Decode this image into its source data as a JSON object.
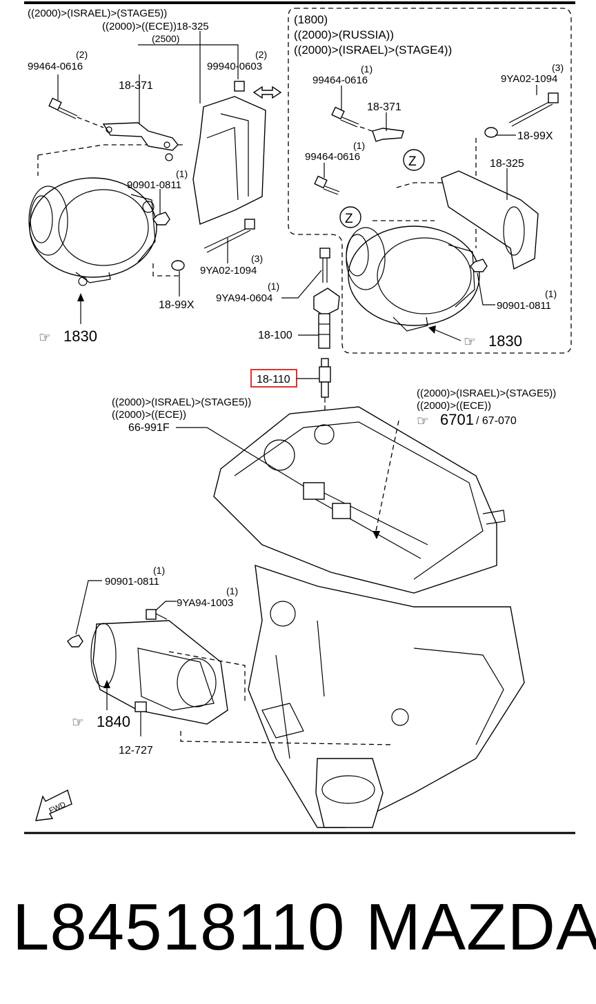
{
  "diagram": {
    "labels": {
      "cond_israel_stage5_top": "((2000)>(ISRAEL)>(STAGE5))",
      "cond_ece_18325": "((2000)>((ECE))18-325",
      "qty_2500": "(2500)",
      "qty_2_a": "(2)",
      "bolt_99464_a": "99464-0616",
      "qty_2_b": "(2)",
      "nut_99940": "99940-0603",
      "bracket_18371_a": "18-371",
      "qty_1_a": "(1)",
      "nut_90901_a": "90901-0811",
      "qty_3_a": "(3)",
      "bolt_9ya02_a": "9YA02-1094",
      "nut_1899x_a": "18-99X",
      "ref_1830_a": "1830",
      "box_1800": "(1800)",
      "box_russia": "((2000)>(RUSSIA))",
      "box_israel_stage4": "((2000)>(ISRAEL)>(STAGE4))",
      "qty_1_b": "(1)",
      "bolt_99464_b": "99464-0616",
      "bracket_18371_b": "18-371",
      "qty_3_b": "(3)",
      "bolt_9ya02_b": "9YA02-1094",
      "nut_1899x_b": "18-99X",
      "qty_1_c": "(1)",
      "bolt_99464_c": "99464-0616",
      "z_a": "Z",
      "cover_18325": "18-325",
      "z_b": "Z",
      "qty_1_d": "(1)",
      "nut_90901_b": "90901-0811",
      "ref_1830_b": "1830",
      "qty_1_e": "(1)",
      "bolt_9ya94_0604": "9YA94-0604",
      "coil_18100": "18-100",
      "plug_18110": "18-110",
      "cond_israel_stage5_mid": "((2000)>(ISRAEL)>(STAGE5))",
      "cond_ece_mid": "((2000)>((ECE))",
      "connector_66991f": "66-991F",
      "cond_israel_stage5_right": "((2000)>(ISRAEL)>(STAGE5))",
      "cond_ece_right": "((2000)>((ECE))",
      "ref_6701": "6701",
      "ref_67070": "/ 67-070",
      "qty_1_f": "(1)",
      "nut_90901_c": "90901-0811",
      "qty_1_g": "(1)",
      "bolt_9ya94_1003": "9YA94-1003",
      "ref_1840": "1840",
      "bolt_12727": "12-727",
      "fwd": "FWD"
    },
    "highlight_color": "#e03030"
  },
  "footer": {
    "part_number": "L84518110",
    "brand": "MAZDA"
  }
}
